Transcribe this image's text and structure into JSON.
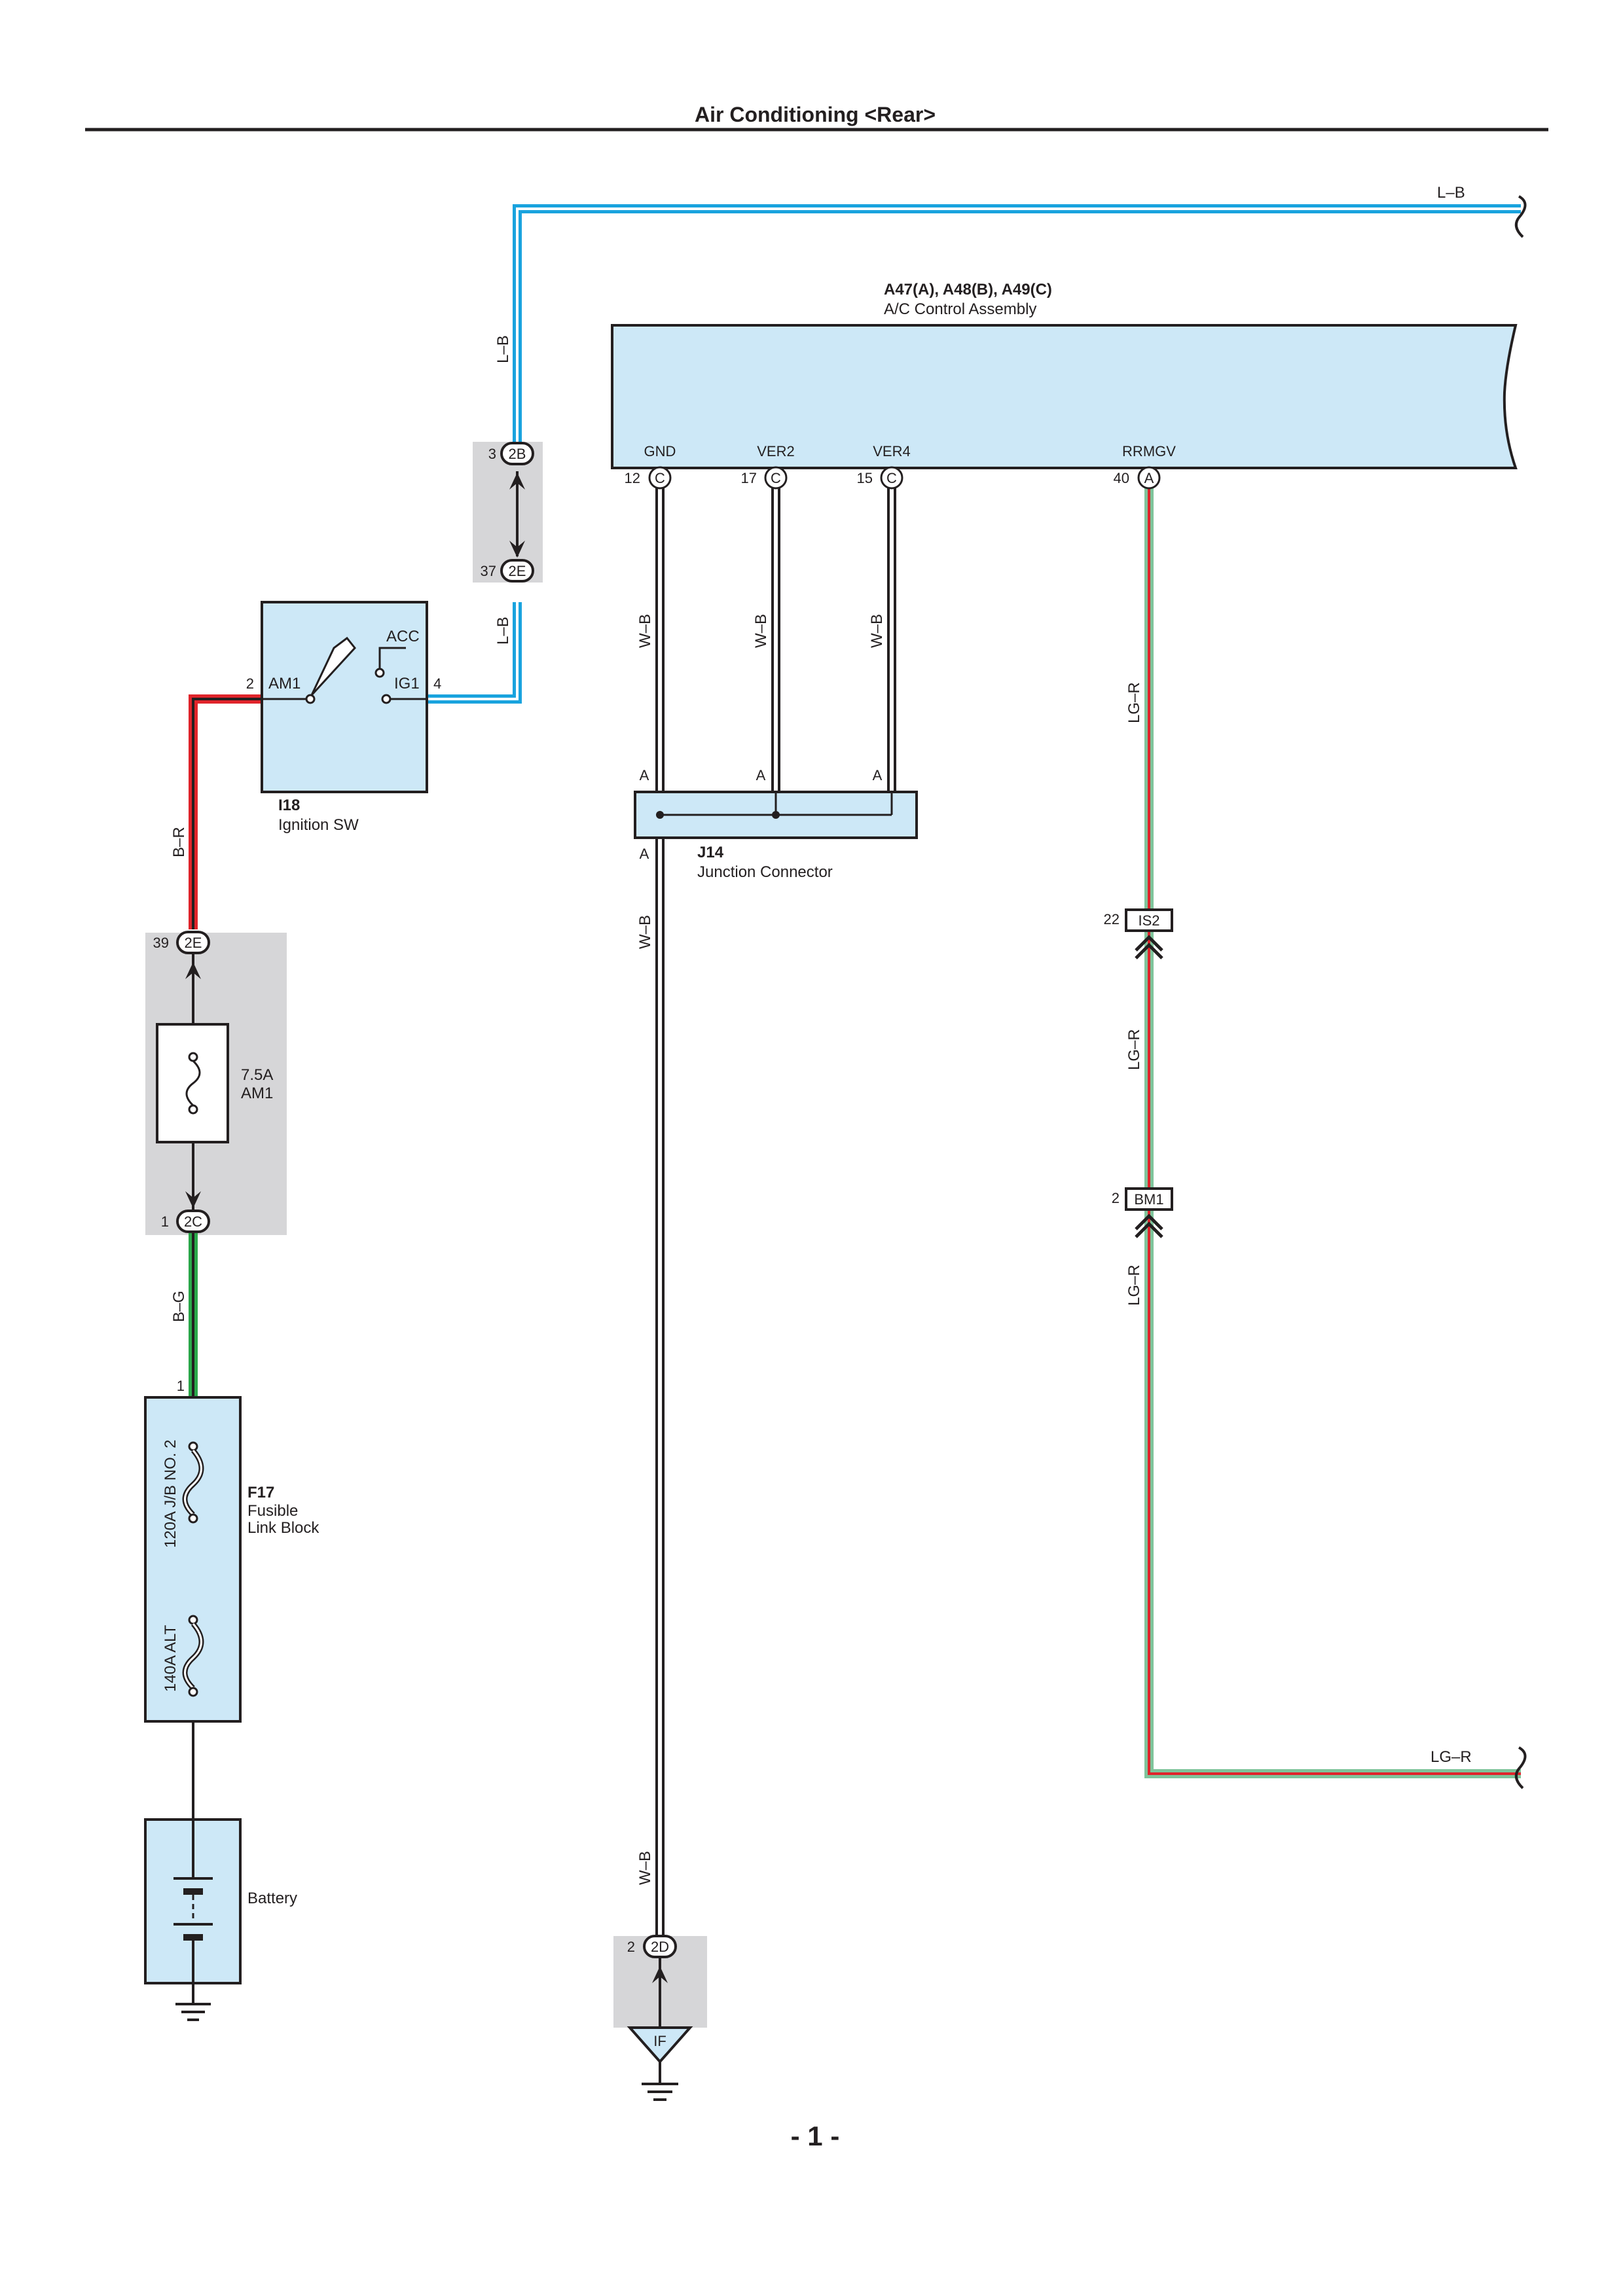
{
  "header": {
    "title": "Air Conditioning <Rear>"
  },
  "page_number": "- 1 -",
  "colors": {
    "component_fill": "#cde8f7",
    "shaded_area": "#d6d6d8",
    "wire_L_B": "#19a3de",
    "wire_B_R": "#e0242b",
    "wire_B_G": "#2aa84a",
    "wire_LG_R_green": "#7fc49b",
    "wire_LG_R_red": "#e0242b",
    "wire_W_B": "#ffffff",
    "outline": "#231f20"
  },
  "components": {
    "ac_control": {
      "id": "A47(A), A48(B), A49(C)",
      "name": "A/C Control Assembly"
    },
    "ignition_sw": {
      "id": "I18",
      "name": "Ignition SW",
      "acc": "ACC",
      "am1": "AM1",
      "ig1": "IG1",
      "pin_am1": "2",
      "pin_ig1": "4"
    },
    "junction": {
      "id": "J14",
      "name": "Junction Connector",
      "pin": "A"
    },
    "fuse_am1": {
      "rating": "7.5A",
      "name": "AM1"
    },
    "fusible_link": {
      "id": "F17",
      "name_line1": "Fusible",
      "name_line2": "Link Block",
      "fuse1": "120A J/B NO. 2",
      "fuse2": "140A ALT",
      "pin": "1"
    },
    "battery": {
      "name": "Battery"
    },
    "ground": {
      "label": "IF"
    }
  },
  "ac_pins": [
    {
      "name": "GND",
      "num": "12",
      "conn": "C"
    },
    {
      "name": "VER2",
      "num": "17",
      "conn": "C"
    },
    {
      "name": "VER4",
      "num": "15",
      "conn": "C"
    },
    {
      "name": "RRMGV",
      "num": "40",
      "conn": "A"
    }
  ],
  "connectors": {
    "c2B": {
      "num": "3",
      "code": "2B"
    },
    "c2E_top": {
      "num": "37",
      "code": "2E"
    },
    "c2E_fuse": {
      "num": "39",
      "code": "2E"
    },
    "c2C": {
      "num": "1",
      "code": "2C"
    },
    "c2D": {
      "num": "2",
      "code": "2D"
    },
    "is2": {
      "num": "22",
      "code": "IS2"
    },
    "bm1": {
      "num": "2",
      "code": "BM1"
    }
  },
  "wire_labels": {
    "lb": "L–B",
    "br": "B–R",
    "bg": "B–G",
    "wb": "W–B",
    "lgr": "LG–R"
  }
}
